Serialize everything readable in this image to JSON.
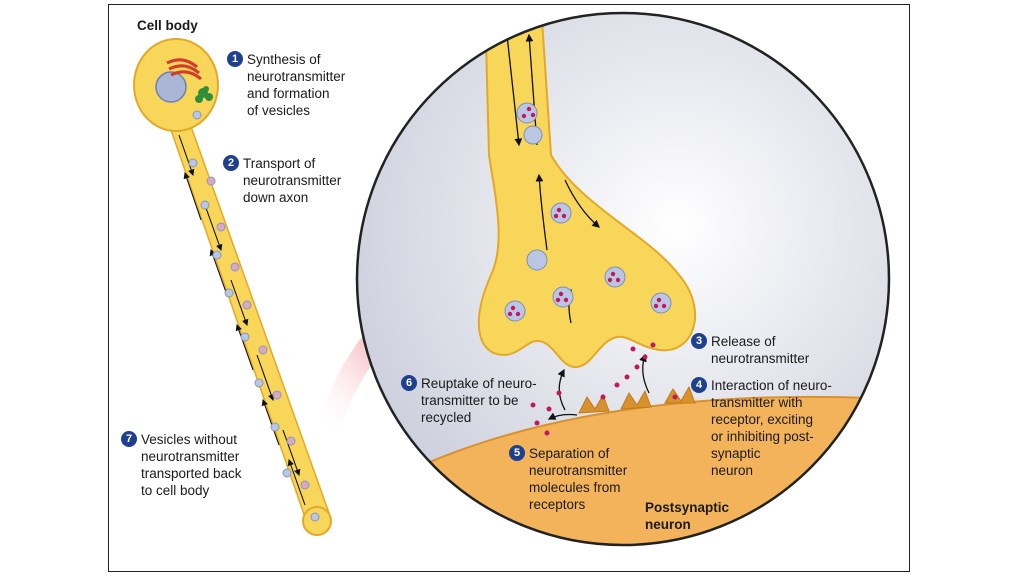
{
  "labels": {
    "cell_body": "Cell body",
    "postsynaptic": "Postsynaptic\nneuron"
  },
  "steps": [
    {
      "n": "1",
      "text": "Synthesis of\nneurotransmitter\nand formation\nof vesicles"
    },
    {
      "n": "2",
      "text": "Transport of\nneurotransmitter\ndown axon"
    },
    {
      "n": "3",
      "text": "Release of\nneurotransmitter"
    },
    {
      "n": "4",
      "text": "Interaction of neuro-\ntransmitter with\nreceptor, exciting\nor inhibiting post-\nsynaptic\nneuron"
    },
    {
      "n": "5",
      "text": "Separation of\nneurotransmitter\nmolecules from\nreceptors"
    },
    {
      "n": "6",
      "text": "Reuptake of neuro-\ntransmitter to be\nrecycled"
    },
    {
      "n": "7",
      "text": "Vesicles without\nneurotransmitter\ntransported back\nto cell body"
    }
  ],
  "colors": {
    "neuron_fill": "#f7d65a",
    "neuron_edge": "#e2a928",
    "postsynaptic_fill": "#f3b35a",
    "vesicle": "#b9c6e4",
    "neurotransmitter": "#c2185b",
    "arrow_red": "#e8192c",
    "badge": "#1f3f8f"
  }
}
